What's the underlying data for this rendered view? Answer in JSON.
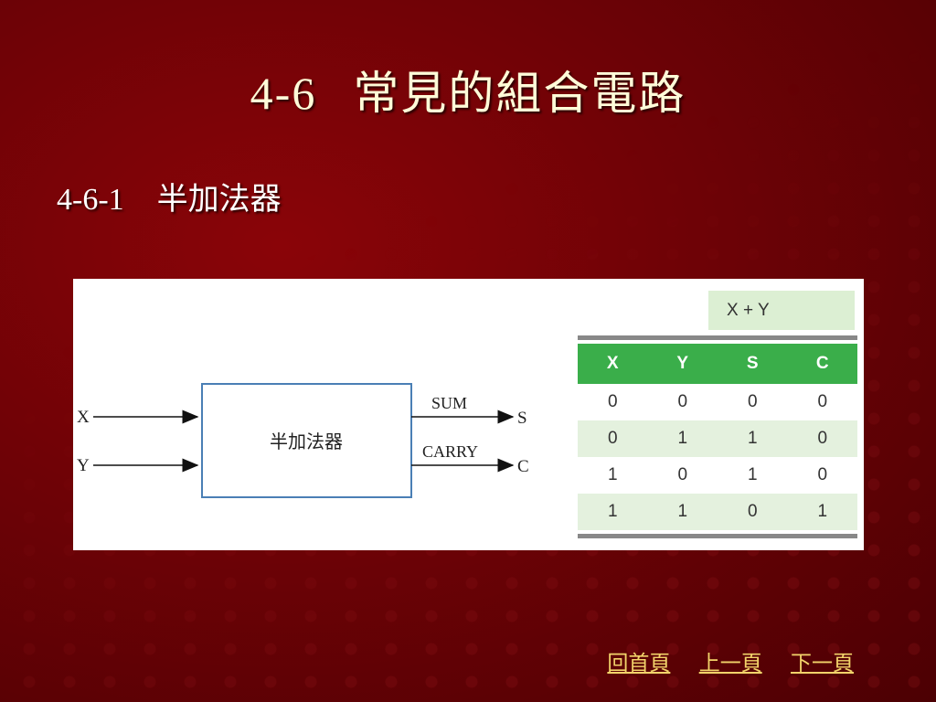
{
  "slide": {
    "title_num": "4-6",
    "title_text": "常見的組合電路",
    "subtitle_num": "4-6-1",
    "subtitle_text": "半加法器"
  },
  "diagram": {
    "input_x": "X",
    "input_y": "Y",
    "block_label": "半加法器",
    "sum_label": "SUM",
    "carry_label": "CARRY",
    "output_s": "S",
    "output_c": "C"
  },
  "truth_table": {
    "expression": "X + Y",
    "headers": [
      "X",
      "Y",
      "S",
      "C"
    ],
    "rows": [
      [
        "0",
        "0",
        "0",
        "0"
      ],
      [
        "0",
        "1",
        "1",
        "0"
      ],
      [
        "1",
        "0",
        "1",
        "0"
      ],
      [
        "1",
        "1",
        "0",
        "1"
      ]
    ]
  },
  "nav": {
    "home": "回首頁",
    "prev": "上一頁",
    "next": "下一頁"
  },
  "colors": {
    "background": "#7a0307",
    "table_header": "#3aae4a",
    "table_alt_row": "#e4f1de",
    "nav_link": "#f2d36a"
  }
}
